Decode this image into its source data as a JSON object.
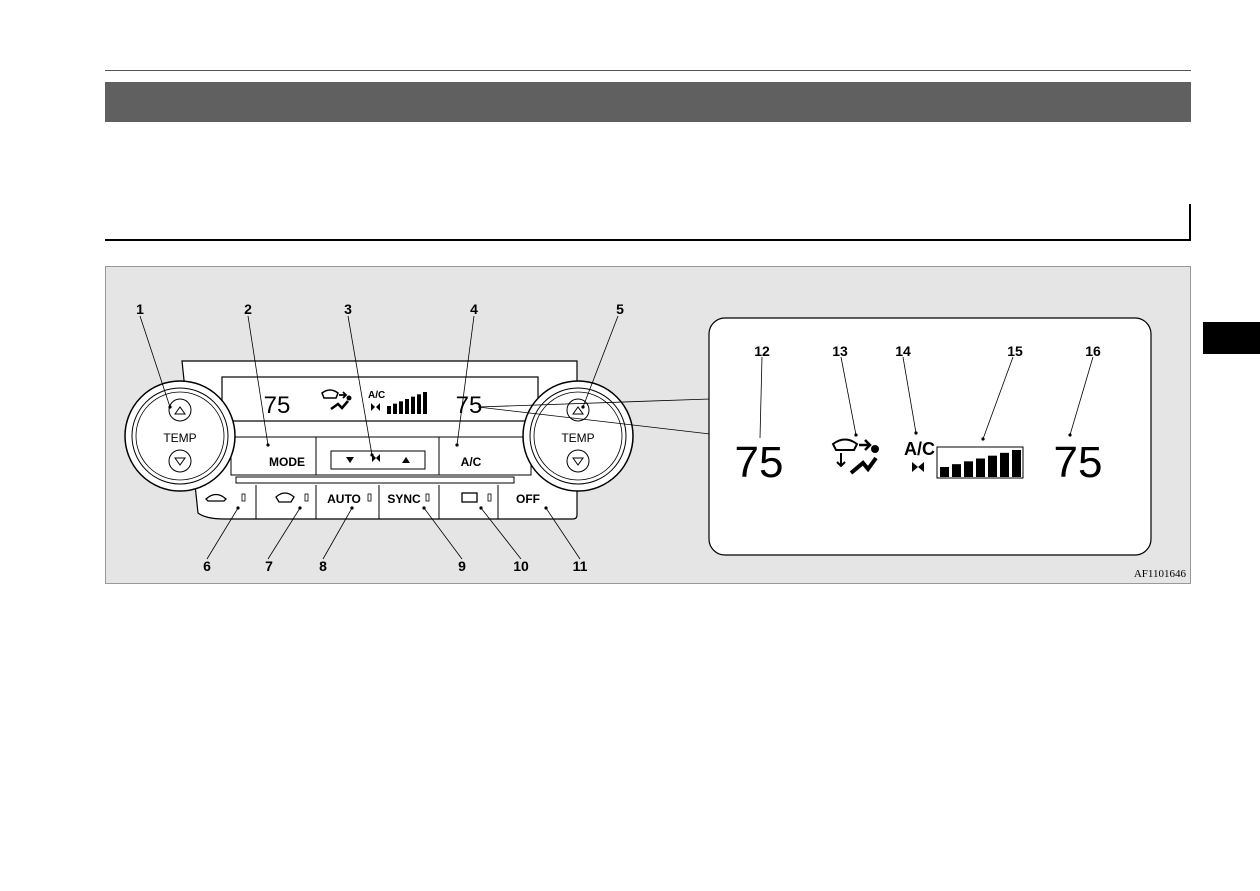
{
  "figure": {
    "code": "AF1101646",
    "callouts": [
      "1",
      "2",
      "3",
      "4",
      "5",
      "6",
      "7",
      "8",
      "9",
      "10",
      "11",
      "12",
      "13",
      "14",
      "15",
      "16"
    ],
    "panel": {
      "temp_label": "TEMP",
      "mode_label": "MODE",
      "ac_label": "A/C",
      "auto_label": "AUTO",
      "sync_label": "SYNC",
      "off_label": "OFF",
      "display_left_temp": "75",
      "display_right_temp": "75",
      "display_ac": "A/C"
    },
    "zoom": {
      "left_temp": "75",
      "right_temp": "75",
      "ac": "A/C",
      "fan_bars": 7
    }
  }
}
